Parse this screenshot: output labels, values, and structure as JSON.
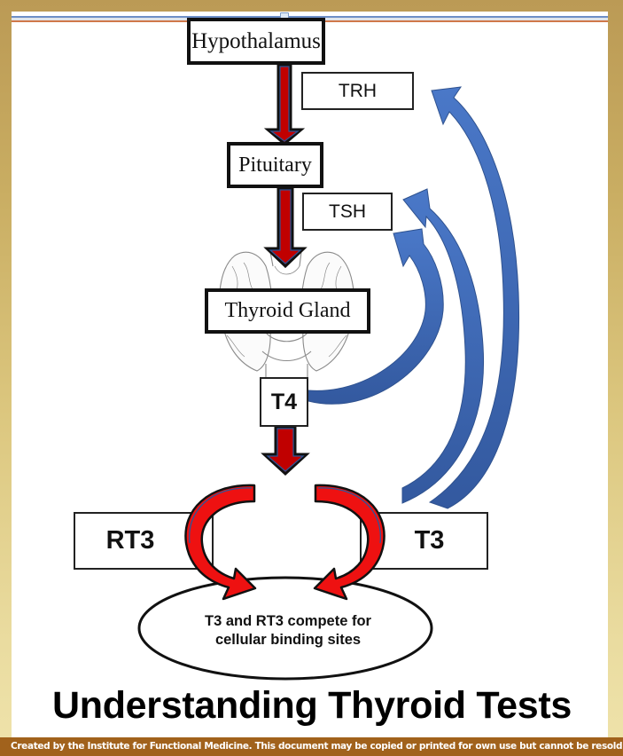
{
  "diagram": {
    "title": "Understanding Thyroid Tests",
    "nodes": {
      "hypothalamus": "Hypothalamus",
      "trh": "TRH",
      "pituitary": "Pituitary",
      "tsh": "TSH",
      "thyroid_gland": "Thyroid Gland",
      "t4": "T4",
      "rt3": "RT3",
      "t3": "T3"
    },
    "binding_note": "T3 and RT3 compete for cellular binding sites",
    "binding_note_lines": [
      "T3 and RT3 compete for",
      "cellular binding sites"
    ],
    "edges": [
      {
        "from": "hypothalamus",
        "to": "pituitary",
        "kind": "stimulates",
        "label": "TRH"
      },
      {
        "from": "pituitary",
        "to": "thyroid_gland",
        "kind": "stimulates",
        "label": "TSH"
      },
      {
        "from": "thyroid_gland",
        "to": "t4",
        "kind": "produces"
      },
      {
        "from": "t4",
        "to": "conversion",
        "kind": "converts"
      },
      {
        "from": "conversion",
        "to": "rt3",
        "kind": "converts"
      },
      {
        "from": "conversion",
        "to": "t3",
        "kind": "converts"
      },
      {
        "from": "t4",
        "to": "tsh",
        "kind": "feedback"
      },
      {
        "from": "t3",
        "to": "tsh",
        "kind": "feedback"
      },
      {
        "from": "t3",
        "to": "trh",
        "kind": "feedback"
      }
    ],
    "colors": {
      "stimulus_arrow": "#c00000",
      "conversion_arrow": "#ee1111",
      "feedback_arrow": "#4472c4",
      "footer_bg": "#a1621c",
      "frame": "#bb9a55"
    }
  },
  "footer": {
    "text": "Created by the Institute for Functional Medicine. This document may be copied or printed for own use but cannot be resold or repurposed for commercial"
  }
}
